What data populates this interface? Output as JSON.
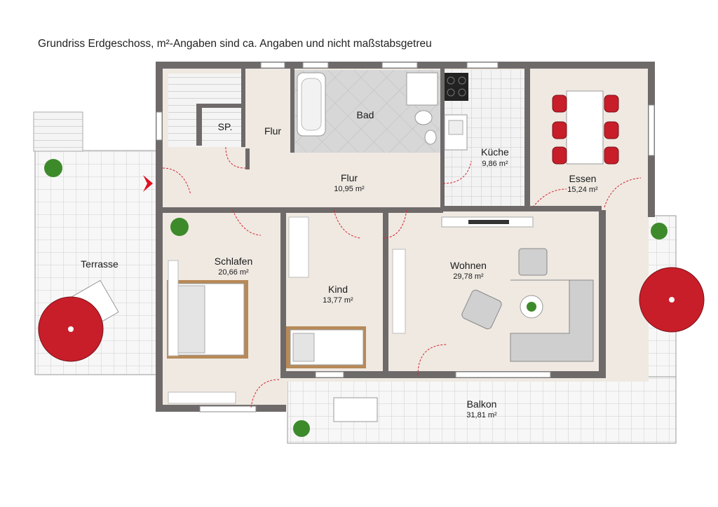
{
  "title": "Grundriss Erdgeschoss, m²-Angaben sind ca. Angaben und nicht maßstabsgetreu",
  "colors": {
    "wall": "#6f6a6a",
    "floor": "#efe9e2",
    "tile": "#d9d9d9",
    "umbrella": "#c81e2a",
    "chair": "#c81e2a",
    "door_mark": "#d7222c",
    "entry_arrow": "#e01020",
    "plant": "#3d8a2a"
  },
  "rooms": {
    "sp": {
      "label": "SP."
    },
    "flur_top": {
      "label": "Flur"
    },
    "bad": {
      "label": "Bad"
    },
    "kueche": {
      "label": "Küche",
      "area": "9,86 m²"
    },
    "essen": {
      "label": "Essen",
      "area": "15,24 m²"
    },
    "flur": {
      "label": "Flur",
      "area": "10,95 m²"
    },
    "terrasse": {
      "label": "Terrasse"
    },
    "schlafen": {
      "label": "Schlafen",
      "area": "20,66 m²"
    },
    "kind": {
      "label": "Kind",
      "area": "13,77 m²"
    },
    "wohnen": {
      "label": "Wohnen",
      "area": "29,78 m²"
    },
    "balkon": {
      "label": "Balkon",
      "area": "31,81 m²"
    }
  }
}
